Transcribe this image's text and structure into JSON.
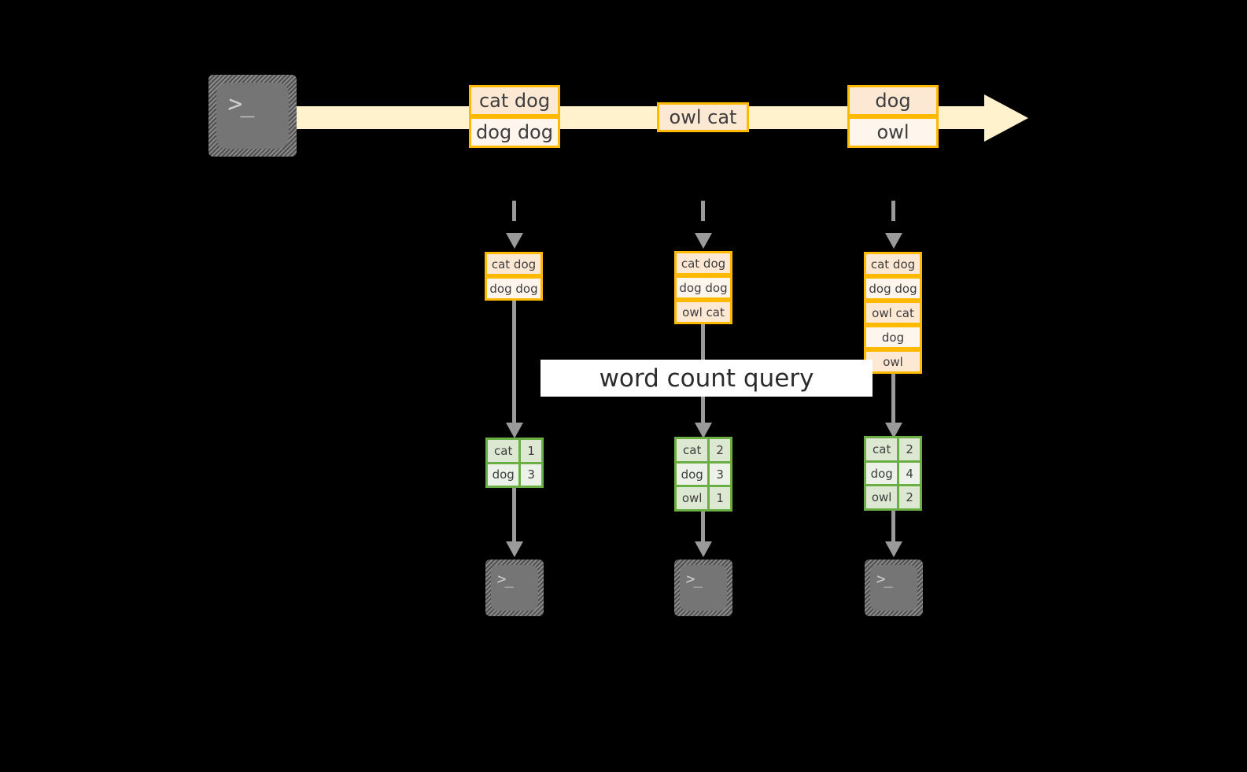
{
  "diagram": {
    "title": "word count streaming query diagram",
    "colors": {
      "stream_band": "#FFF2CC",
      "record_border": "#FFB900",
      "record_fill_dark": "#FDE8D3",
      "record_fill_light": "#FEF5ED",
      "table_border": "#6AAE44",
      "table_fill_dark": "#DDE8D2",
      "table_fill_light": "#EDF2E8",
      "connector": "#9A9A9A",
      "terminal_screen": "#757575",
      "label_background": "#FFFFFF",
      "page_background": "#000000"
    },
    "source": {
      "icon": "terminal-icon",
      "prompt": ">_"
    },
    "stream": {
      "direction": "left-to-right",
      "batches": [
        {
          "id": "batch-1",
          "lines": [
            "cat dog",
            "dog dog"
          ]
        },
        {
          "id": "batch-2",
          "lines": [
            "owl cat"
          ]
        },
        {
          "id": "batch-3",
          "lines": [
            "dog",
            "owl"
          ]
        }
      ]
    },
    "accumulated_tables": [
      {
        "id": "accumulated-1",
        "lines": [
          "cat dog",
          "dog dog"
        ]
      },
      {
        "id": "accumulated-2",
        "lines": [
          "cat dog",
          "dog dog",
          "owl cat"
        ]
      },
      {
        "id": "accumulated-3",
        "lines": [
          "cat dog",
          "dog dog",
          "owl cat",
          "dog",
          "owl"
        ]
      }
    ],
    "query": {
      "label": "word count query"
    },
    "results": [
      {
        "id": "result-1",
        "rows": [
          {
            "word": "cat",
            "count": "1"
          },
          {
            "word": "dog",
            "count": "3"
          }
        ]
      },
      {
        "id": "result-2",
        "rows": [
          {
            "word": "cat",
            "count": "2"
          },
          {
            "word": "dog",
            "count": "3"
          },
          {
            "word": "owl",
            "count": "1"
          }
        ]
      },
      {
        "id": "result-3",
        "rows": [
          {
            "word": "cat",
            "count": "2"
          },
          {
            "word": "dog",
            "count": "4"
          },
          {
            "word": "owl",
            "count": "2"
          }
        ]
      }
    ],
    "sinks": [
      {
        "id": "sink-1",
        "icon": "terminal-icon",
        "prompt": ">_"
      },
      {
        "id": "sink-2",
        "icon": "terminal-icon",
        "prompt": ">_"
      },
      {
        "id": "sink-3",
        "icon": "terminal-icon",
        "prompt": ">_"
      }
    ]
  }
}
